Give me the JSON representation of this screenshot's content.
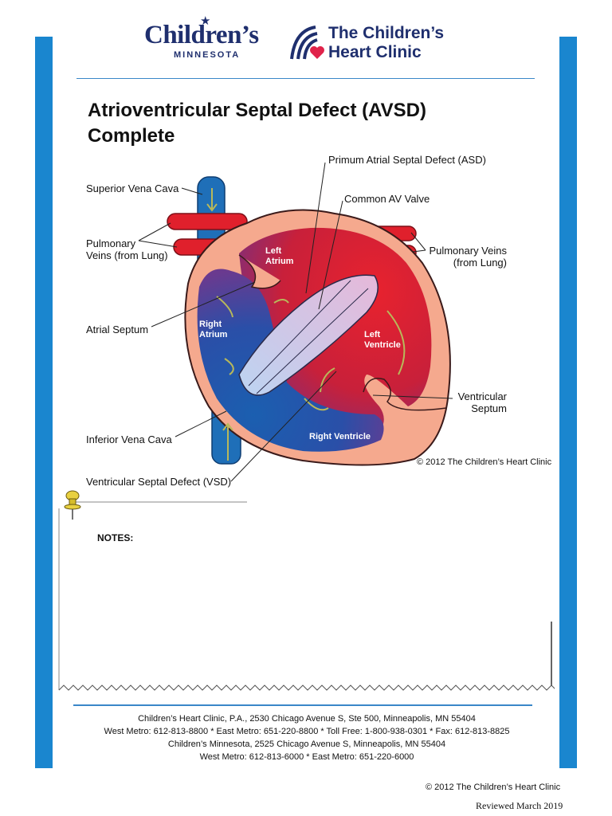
{
  "header": {
    "brand_name": "Children’s",
    "brand_sub": "MINNESOTA",
    "clinic_line1": "The Children’s",
    "clinic_line2": "Heart Clinic"
  },
  "title_line1": "Atrioventricular Septal Defect (AVSD)",
  "title_line2": "Complete",
  "diagram": {
    "labels": {
      "primum_asd": "Primum Atrial Septal Defect (ASD)",
      "superior_vena_cava": "Superior Vena Cava",
      "common_av_valve": "Common AV Valve",
      "pulmonary_veins_left_1": "Pulmonary",
      "pulmonary_veins_left_2": "Veins (from Lung)",
      "pulmonary_veins_right_1": "Pulmonary Veins",
      "pulmonary_veins_right_2": "(from Lung)",
      "atrial_septum": "Atrial Septum",
      "inferior_vena_cava": "Inferior Vena Cava",
      "ventricular_septum_1": "Ventricular",
      "ventricular_septum_2": "Septum",
      "vsd": "Ventricular Septal Defect (VSD)"
    },
    "chambers": {
      "left_atrium_1": "Left",
      "left_atrium_2": "Atrium",
      "right_atrium_1": "Right",
      "right_atrium_2": "Atrium",
      "left_ventricle_1": "Left",
      "left_ventricle_2": "Ventricle",
      "right_ventricle": "Right Ventricle"
    },
    "copyright": "© 2012 The Children’s Heart Clinic"
  },
  "notes_label": "NOTES:",
  "footer": {
    "line1": "Children’s Heart Clinic, P.A., 2530 Chicago Avenue S, Ste 500, Minneapolis, MN  55404",
    "line2": "West Metro: 612-813-8800 *  East Metro: 651-220-8800 * Toll Free: 1-800-938-0301 * Fax: 612-813-8825",
    "line3": "Children’s Minnesota, 2525 Chicago Avenue S, Minneapolis, MN 55404",
    "line4": "West Metro: 612-813-6000 * East Metro: 651-220-6000"
  },
  "bottom_copyright": "© 2012 The Children’s Heart Clinic",
  "reviewed": "Reviewed March 2019",
  "colors": {
    "band_blue": "#1a86cf",
    "brand_navy": "#1f2f6e",
    "heart_red": "#e02030",
    "vessel_blue": "#1f6fb8",
    "heart_outline": "#f5a98e"
  }
}
